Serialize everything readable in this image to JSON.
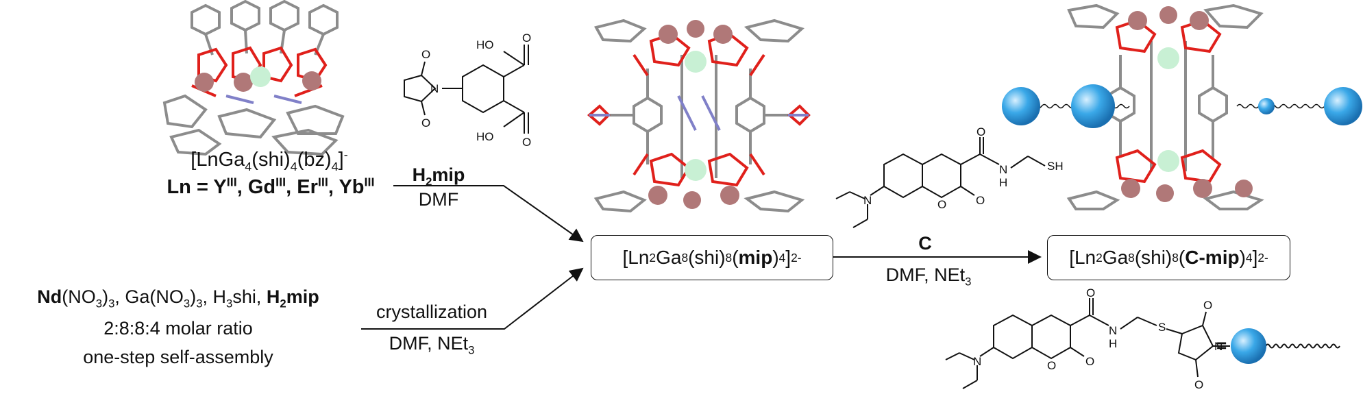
{
  "complex1": {
    "formula": [
      "[LnGa",
      "4",
      "(shi)",
      "4",
      "(bz)",
      "4",
      "]",
      "-"
    ],
    "ln_list": [
      "Ln = Y",
      "III",
      ", Gd",
      "III",
      ", Er",
      "III",
      ", Yb",
      "III"
    ]
  },
  "reagent_step1": {
    "top": [
      "H",
      "2",
      "mip"
    ],
    "bottom": "DMF"
  },
  "h2mip_structure": {
    "label_top": "HO",
    "label_bottom": "HO",
    "o1": "O",
    "o2": "O",
    "o3": "O",
    "o4": "O",
    "n": "N"
  },
  "one_step": {
    "line1": [
      "Nd",
      "(NO",
      "3",
      ")",
      "3",
      ", Ga(NO",
      "3",
      ")",
      "3",
      ", H",
      "3",
      "shi, ",
      "H",
      "2",
      "mip"
    ],
    "line2": "2:8:8:4 molar ratio",
    "line3": "one-step self-assembly",
    "arrow_top": "crystallization",
    "arrow_bottom": [
      "DMF, NEt",
      "3"
    ]
  },
  "box1": [
    "[Ln",
    "2",
    "Ga",
    "8",
    "(shi)",
    "8",
    "(",
    "mip",
    ")",
    "4",
    "]",
    "2-"
  ],
  "box2": [
    "[Ln",
    "2",
    "Ga",
    "8",
    "(shi)",
    "8",
    "(",
    "C-mip",
    ")",
    "4",
    "]",
    "2-"
  ],
  "reagent_step2": {
    "top": "C",
    "bottom": [
      "DMF, NEt",
      "3"
    ]
  },
  "coumarin_top": {
    "o": "O",
    "nh_n": "N",
    "nh_h": "H",
    "sh": "SH",
    "ring_o": "O",
    "ring_o2": "O",
    "n": "N"
  },
  "coumarin_bottom": {
    "o": "O",
    "n1": "N",
    "h": "H",
    "s": "S",
    "o2": "O",
    "o3": "O",
    "n2": "N",
    "ring_o": "O",
    "ring_o2": "O",
    "n3": "N",
    "equals": "="
  },
  "colors": {
    "oxygen": "#e0201b",
    "carbon": "#8c8c8c",
    "ln_atom": "#c8f0d4",
    "ga_atom": "#b07878",
    "nitrogen": "#8080c8",
    "sphere": "#3aa8e8"
  },
  "icons": [
    "crystal-structure-1",
    "crystal-structure-2",
    "crystal-structure-3",
    "sphere-icon",
    "reaction-arrow"
  ]
}
